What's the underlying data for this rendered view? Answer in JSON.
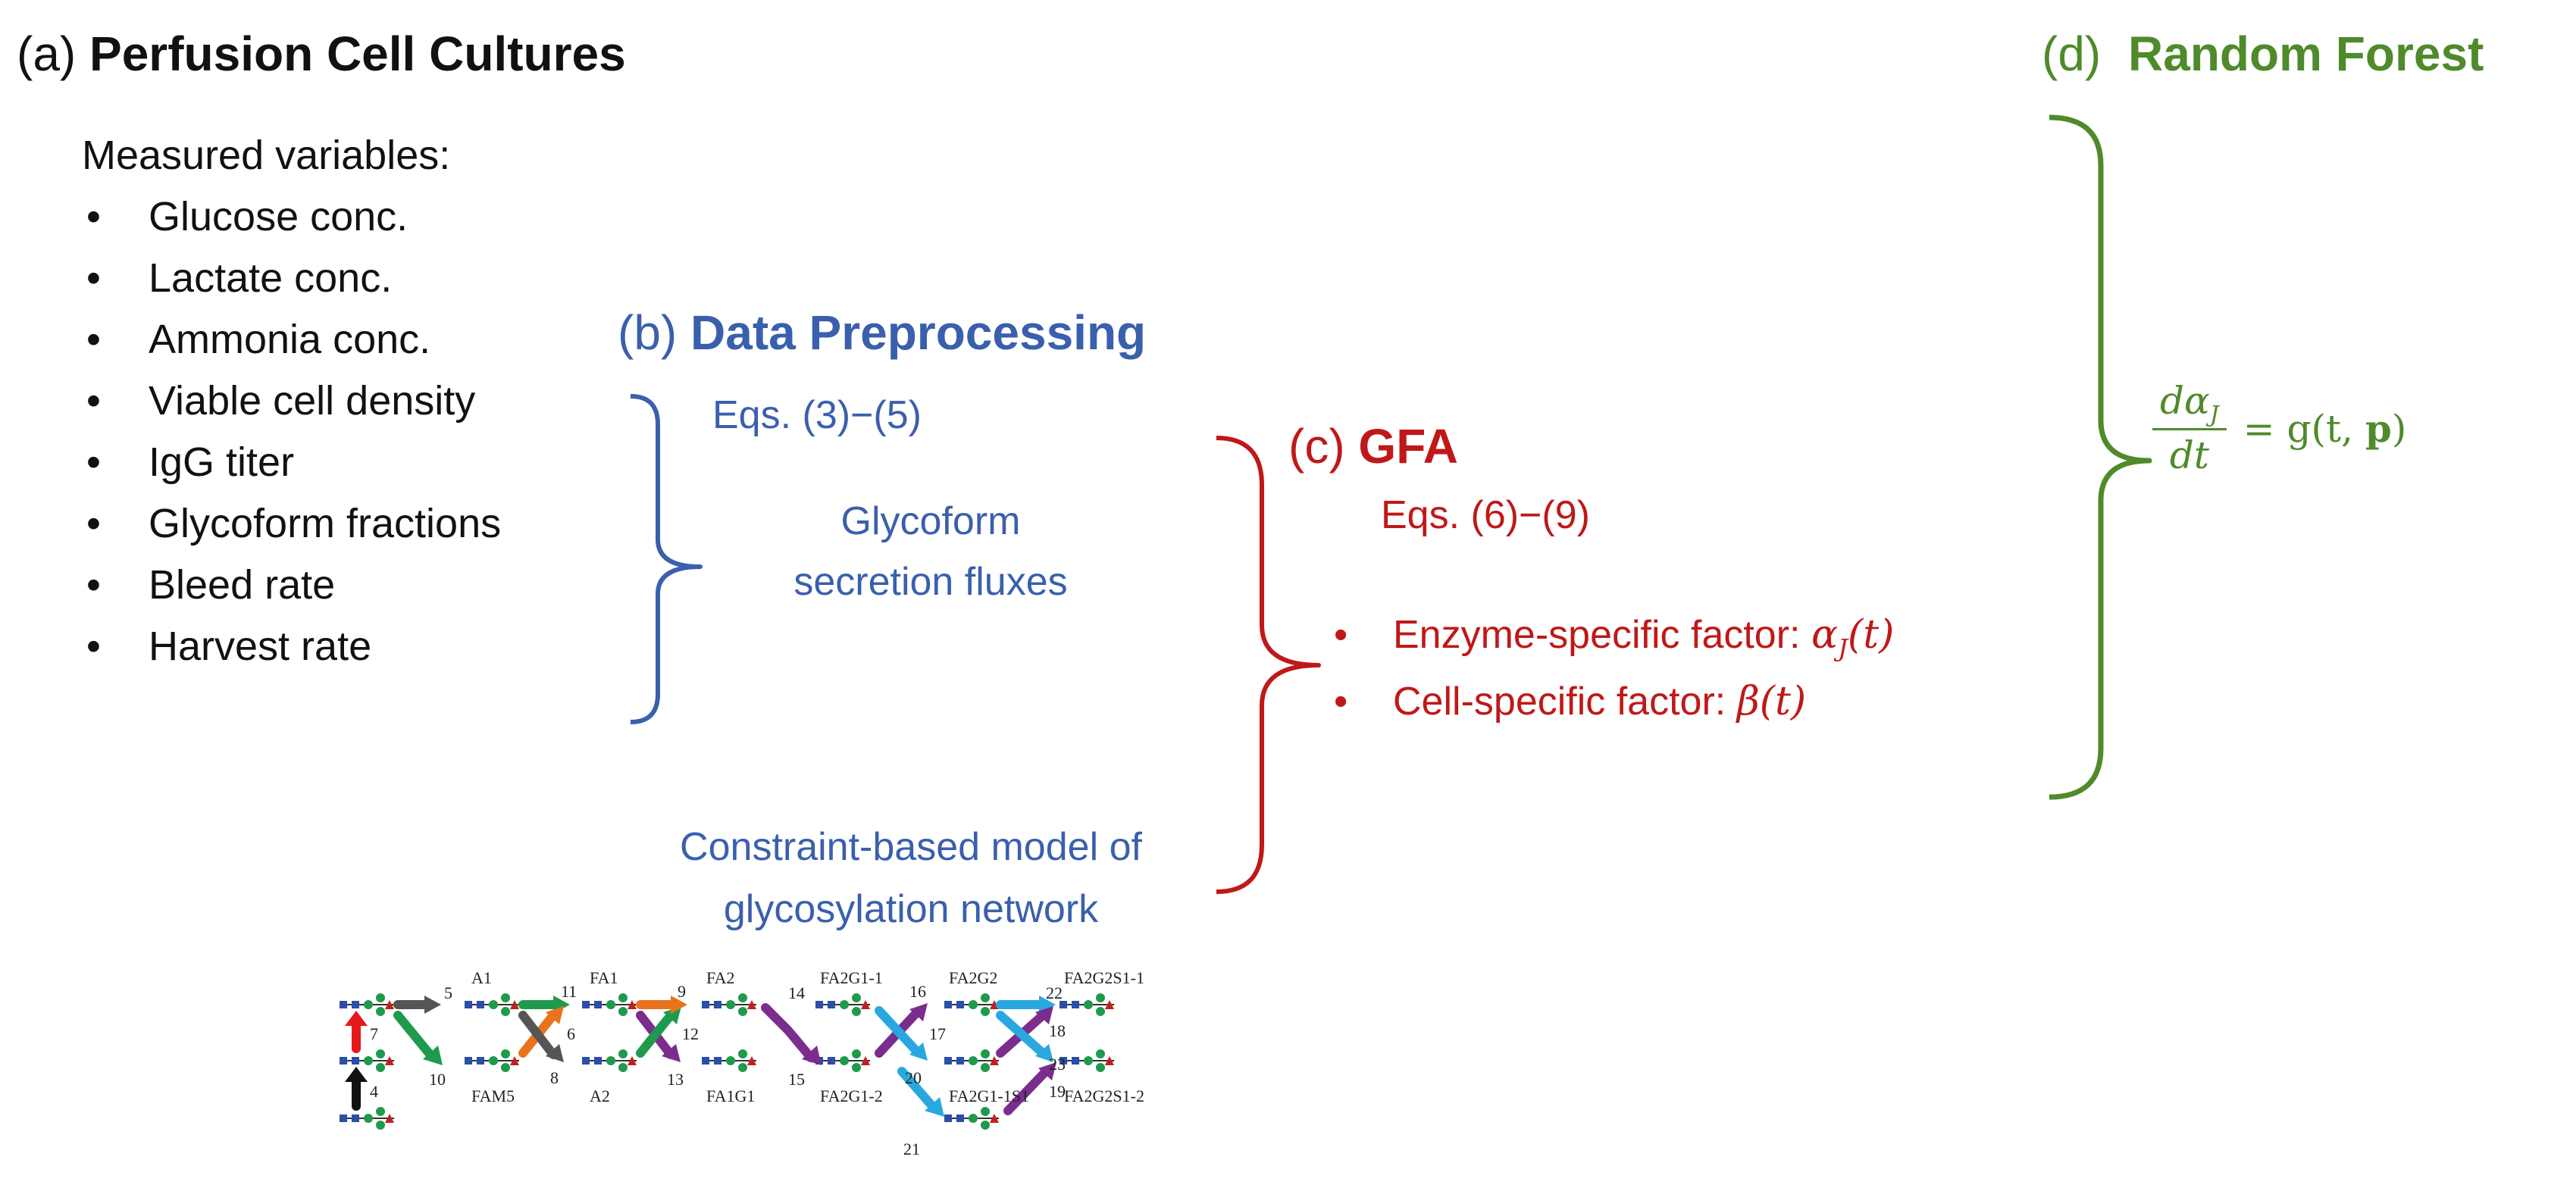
{
  "colors": {
    "blue": "#3a5fad",
    "red": "#c01818",
    "green": "#4f8a2b",
    "black": "#111111"
  },
  "panel_a": {
    "tag": "(a)",
    "title": "Perfusion Cell Cultures",
    "subtitle": "Measured variables:",
    "items": [
      "Glucose conc.",
      "Lactate conc.",
      "Ammonia conc.",
      "Viable cell density",
      "IgG titer",
      "Glycoform fractions",
      "Bleed rate",
      "Harvest rate"
    ]
  },
  "panel_b": {
    "tag": "(b)",
    "title": "Data Preprocessing",
    "eqs": "Eqs. (3)−(5)",
    "output_line1": "Glycoform",
    "output_line2": "secretion fluxes",
    "model_line1": "Constraint-based model of",
    "model_line2": "glycosylation network"
  },
  "panel_c": {
    "tag": "(c)",
    "title": "GFA",
    "eqs": "Eqs. (6)−(9)",
    "factor1_label": "Enzyme-specific factor: ",
    "factor1_sym": "α",
    "factor1_sub": "J",
    "factor1_arg": "(t)",
    "factor2_label": "Cell-specific factor: ",
    "factor2_sym": "β",
    "factor2_arg": "(t)"
  },
  "panel_d": {
    "tag": "(d)",
    "title": "Random Forest",
    "eq_num": "dα",
    "eq_num_sub": "J",
    "eq_den": "dt",
    "eq_rhs_pre": "= g(t, ",
    "eq_rhs_bold": "p",
    "eq_rhs_post": ")"
  },
  "network": {
    "names": [
      "A1",
      "FA1",
      "FA2",
      "FA2G1-1",
      "FA2G2",
      "FA2G2S1-1",
      "FAM5",
      "A2",
      "FA1G1",
      "FA2G1-2",
      "FA2G1-1S1",
      "FA2G2S1-2"
    ],
    "reactions": [
      "5",
      "7",
      "4",
      "10",
      "11",
      "6",
      "8",
      "9",
      "12",
      "13",
      "14",
      "15",
      "16",
      "17",
      "20",
      "21",
      "22",
      "18",
      "23",
      "19"
    ]
  }
}
